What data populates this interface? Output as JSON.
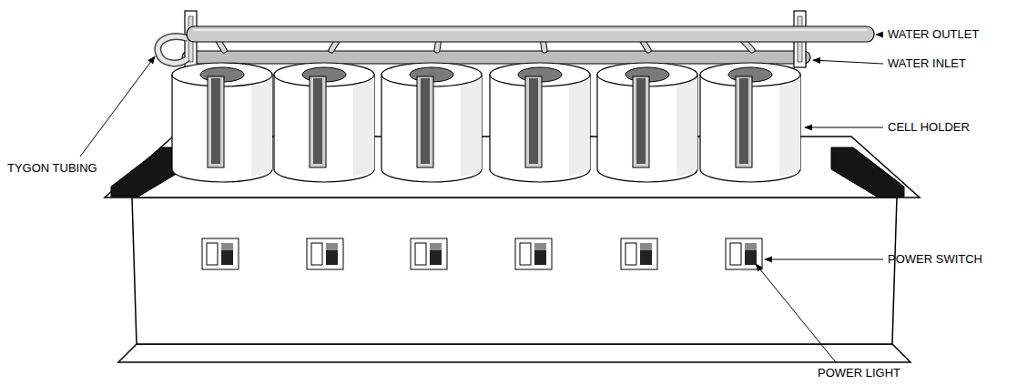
{
  "diagram": {
    "labels": [
      "WATER OUTLET",
      "WATER INLET",
      "CELL HOLDER",
      "TYGON TUBING",
      "POWER SWITCH",
      "POWER LIGHT"
    ]
  }
}
